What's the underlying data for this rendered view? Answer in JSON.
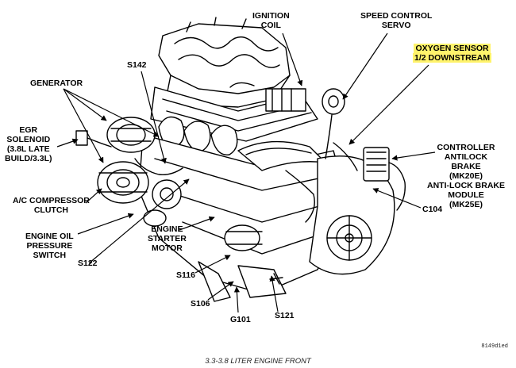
{
  "labels": {
    "ignition_coil": [
      "IGNITION",
      "COIL"
    ],
    "speed_control_servo": [
      "SPEED CONTROL",
      "SERVO"
    ],
    "oxygen_sensor": [
      "OXYGEN SENSOR",
      "1/2 DOWNSTREAM"
    ],
    "generator": [
      "GENERATOR"
    ],
    "s142": [
      "S142"
    ],
    "egr_solenoid": [
      "EGR",
      "SOLENOID",
      "(3.8L LATE",
      "BUILD/3.3L)"
    ],
    "controller_antilock_brake": [
      "CONTROLLER",
      "ANTILOCK",
      "BRAKE",
      "(MK20E)",
      "ANTI-LOCK BRAKE",
      "MODULE",
      "(MK25E)"
    ],
    "ac_compressor_clutch": [
      "A/C COMPRESSOR",
      "CLUTCH"
    ],
    "c104": [
      "C104"
    ],
    "engine_oil_pressure_switch": [
      "ENGINE OIL",
      "PRESSURE",
      "SWITCH"
    ],
    "engine_starter_motor": [
      "ENGINE",
      "STARTER",
      "MOTOR"
    ],
    "s122": [
      "S122"
    ],
    "s116": [
      "S116"
    ],
    "s106": [
      "S106"
    ],
    "s121": [
      "S121"
    ],
    "g101": [
      "G101"
    ]
  },
  "caption": "3.3-3.8 LITER ENGINE FRONT",
  "figure_code": "8149d1ed",
  "colors": {
    "highlight": "#fff36b",
    "ink": "#000000"
  }
}
